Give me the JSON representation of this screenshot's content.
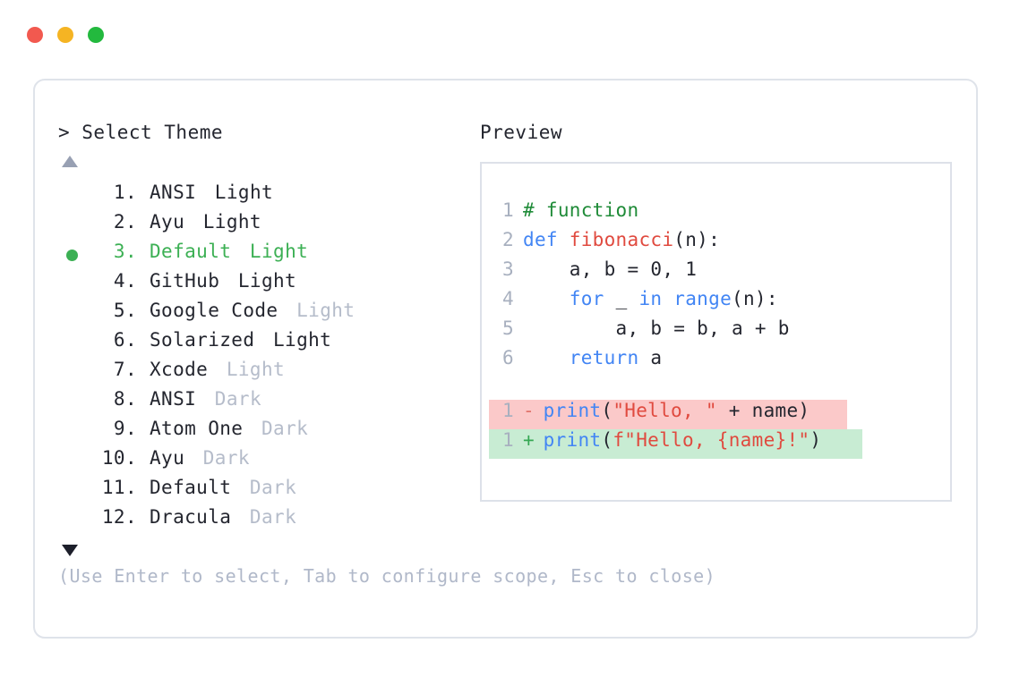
{
  "window": {
    "traffic_lights": [
      {
        "name": "close",
        "color": "#f2594f"
      },
      {
        "name": "minimize",
        "color": "#f5b423"
      },
      {
        "name": "maximize",
        "color": "#23b93e"
      }
    ]
  },
  "left": {
    "prompt": "> Select Theme",
    "scroll_up_icon": "triangle-up-icon",
    "scroll_down_icon": "triangle-down-icon",
    "selected_index": 3,
    "bullet_color": "#3cb054",
    "selected_color": "#3cb054",
    "items": [
      {
        "num": "1.",
        "name": "ANSI",
        "variant": "Light",
        "variant_muted": false
      },
      {
        "num": "2.",
        "name": "Ayu",
        "variant": "Light",
        "variant_muted": false
      },
      {
        "num": "3.",
        "name": "Default",
        "variant": "Light",
        "variant_muted": false
      },
      {
        "num": "4.",
        "name": "GitHub",
        "variant": "Light",
        "variant_muted": false
      },
      {
        "num": "5.",
        "name": "Google Code",
        "variant": "Light",
        "variant_muted": true
      },
      {
        "num": "6.",
        "name": "Solarized",
        "variant": "Light",
        "variant_muted": false
      },
      {
        "num": "7.",
        "name": "Xcode",
        "variant": "Light",
        "variant_muted": true
      },
      {
        "num": "8.",
        "name": "ANSI",
        "variant": "Dark",
        "variant_muted": true
      },
      {
        "num": "9.",
        "name": "Atom One",
        "variant": "Dark",
        "variant_muted": true
      },
      {
        "num": "10.",
        "name": "Ayu",
        "variant": "Dark",
        "variant_muted": true
      },
      {
        "num": "11.",
        "name": "Default",
        "variant": "Dark",
        "variant_muted": true
      },
      {
        "num": "12.",
        "name": "Dracula",
        "variant": "Dark",
        "variant_muted": true
      }
    ],
    "hint": "(Use Enter to select, Tab to configure scope, Esc to close)"
  },
  "right": {
    "label": "Preview",
    "code_lines": [
      {
        "ln": "1",
        "tokens": [
          {
            "t": "# function",
            "c": "comment"
          }
        ]
      },
      {
        "ln": "2",
        "tokens": [
          {
            "t": "def ",
            "c": "kw"
          },
          {
            "t": "fibonacci",
            "c": "fn"
          },
          {
            "t": "(n):",
            "c": "plain"
          }
        ]
      },
      {
        "ln": "3",
        "tokens": [
          {
            "t": "    a, b = ",
            "c": "plain"
          },
          {
            "t": "0",
            "c": "num"
          },
          {
            "t": ", ",
            "c": "plain"
          },
          {
            "t": "1",
            "c": "num"
          }
        ]
      },
      {
        "ln": "4",
        "tokens": [
          {
            "t": "    ",
            "c": "plain"
          },
          {
            "t": "for",
            "c": "kw"
          },
          {
            "t": " _ ",
            "c": "plain"
          },
          {
            "t": "in range",
            "c": "kw"
          },
          {
            "t": "(n):",
            "c": "plain"
          }
        ]
      },
      {
        "ln": "5",
        "tokens": [
          {
            "t": "        a, b = b, a + b",
            "c": "plain"
          }
        ]
      },
      {
        "ln": "6",
        "tokens": [
          {
            "t": "    ",
            "c": "plain"
          },
          {
            "t": "return",
            "c": "kw"
          },
          {
            "t": " a",
            "c": "plain"
          }
        ]
      }
    ],
    "diff_lines": [
      {
        "ln": "1",
        "mark": "-",
        "kind": "del",
        "bg_color": "#fbc9c9",
        "tokens": [
          {
            "t": "print",
            "c": "kw"
          },
          {
            "t": "(",
            "c": "plain"
          },
          {
            "t": "\"Hello, \"",
            "c": "str"
          },
          {
            "t": " + name)",
            "c": "plain"
          }
        ]
      },
      {
        "ln": "1",
        "mark": "+",
        "kind": "add",
        "bg_color": "#c8ecd3",
        "tokens": [
          {
            "t": "print",
            "c": "kw"
          },
          {
            "t": "(",
            "c": "plain"
          },
          {
            "t": "f\"Hello, {name}!\"",
            "c": "str"
          },
          {
            "t": ")",
            "c": "plain"
          }
        ]
      }
    ]
  }
}
